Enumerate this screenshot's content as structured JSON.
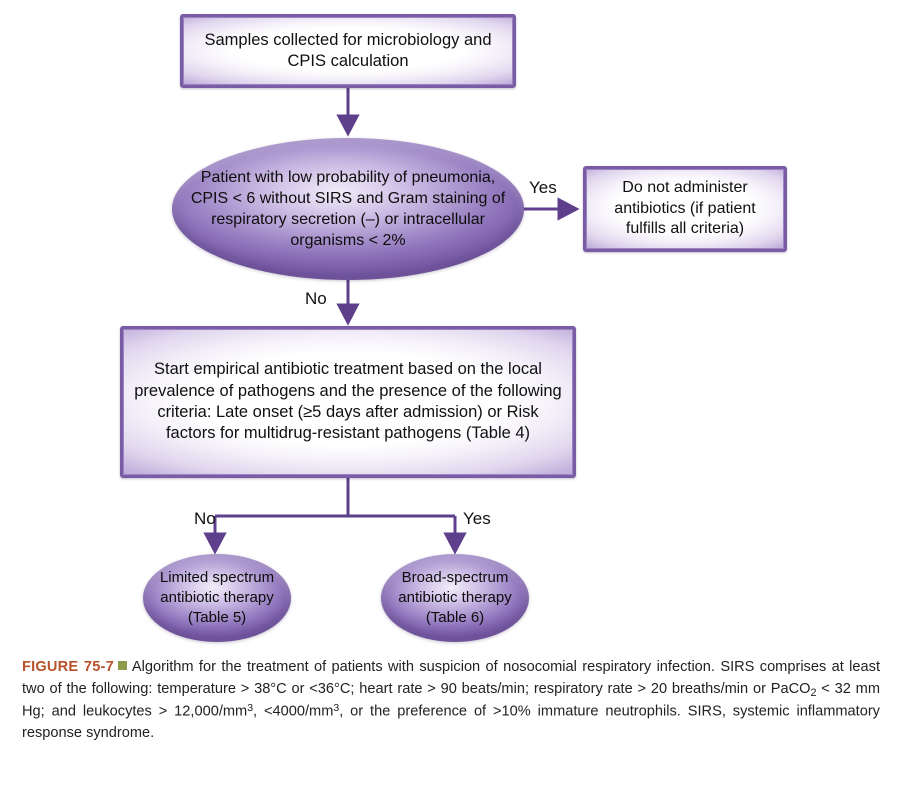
{
  "figure": {
    "label": "FIGURE 75-7",
    "bullet_icon": "green-square-bullet",
    "accent_color": "#b7522b",
    "bullet_color": "#8c9b4c",
    "node_border_color": "#7a5ba6",
    "ellipse_fill_color": "#8f74bb",
    "connector_color": "#5e3f8c"
  },
  "nodes": {
    "start_box": {
      "id": "samples-collected",
      "text": "Samples collected for microbiology and CPIS calculation"
    },
    "decision_ellipse": {
      "id": "low-probability-decision",
      "text": "Patient with low probability of pneumonia, CPIS < 6 without SIRS and Gram staining of respiratory secretion (–) or intracellular organisms < 2%"
    },
    "no_antibiotics_box": {
      "id": "do-not-administer",
      "text": "Do not administer antibiotics (if patient fulfills all criteria)"
    },
    "empirical_box": {
      "id": "start-empirical-treatment",
      "text": "Start empirical antibiotic treatment based on the local prevalence of pathogens and the presence of the following criteria: Late onset (≥5 days after admission) or Risk factors for multidrug-resistant pathogens (Table 4)"
    },
    "limited_ellipse": {
      "id": "limited-spectrum-therapy",
      "text": "Limited spectrum antibiotic therapy (Table 5)"
    },
    "broad_ellipse": {
      "id": "broad-spectrum-therapy",
      "text": "Broad-spectrum antibiotic therapy (Table 6)"
    }
  },
  "edge_labels": {
    "decision_yes": "Yes",
    "decision_no": "No",
    "branch_no": "No",
    "branch_yes": "Yes"
  },
  "caption": {
    "label": "FIGURE 75-7",
    "part1": "Algorithm for the treatment of patients with suspicion of nosocomial respiratory infection. SIRS comprises at least two of the following: temperature > 38°C or <36°C; heart rate > 90 beats/min; respiratory rate > 20 breaths/min or PaCO",
    "co2_sub": "2",
    "part2": " < 32 mm Hg; and leukocytes > 12,000/mm",
    "sup1": "3",
    "part3": ", <4000/mm",
    "sup2": "3",
    "part4": ", or the preference of >10% immature neutrophils. SIRS, systemic inflammatory response syndrome."
  }
}
